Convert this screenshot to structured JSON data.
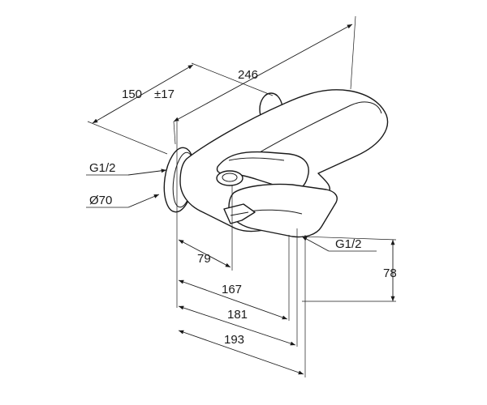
{
  "drawing": {
    "dimensions": {
      "overall_length": "246",
      "wall_offset": "150",
      "tolerance": "±17",
      "inlet_thread": "G1/2",
      "rosette_diameter": "Ø70",
      "outlet_thread": "G1/2",
      "outlet_height": "78",
      "lever_axis": "79",
      "dim_167": "167",
      "dim_181": "181",
      "dim_193": "193"
    },
    "colors": {
      "line": "#1a1a1a",
      "background": "#ffffff"
    }
  }
}
